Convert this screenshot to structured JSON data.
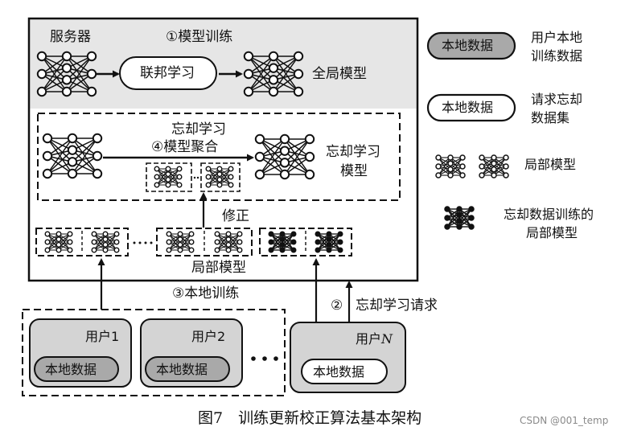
{
  "labels": {
    "server": "服务器",
    "step1": "①模型训练",
    "fed_learning": "联邦学习",
    "global_model": "全局模型",
    "unlearn_line1": "忘却学习",
    "unlearn_line2": "④模型聚合",
    "unlearn_model_l1": "忘却学习",
    "unlearn_model_l2": "模型",
    "correction": "修正",
    "local_models": "局部模型",
    "step3": "③本地训练",
    "step2": "②",
    "unlearn_request": "忘却学习请求",
    "user1": "用户1",
    "user2": "用户2",
    "userN_prefix": "用户",
    "userN_var": "N",
    "local_data": "本地数据",
    "dots": "• • •"
  },
  "legend": {
    "gray_data_label": "本地数据",
    "gray_data_desc_l1": "用户本地",
    "gray_data_desc_l2": "训练数据",
    "white_data_label": "本地数据",
    "white_data_desc_l1": "请求忘却",
    "white_data_desc_l2": "数据集",
    "local_model_desc": "局部模型",
    "unlearn_model_desc_l1": "忘却数据训练的",
    "unlearn_model_desc_l2": "局部模型"
  },
  "caption": "图7　训练更新校正算法基本架构",
  "watermark": "CSDN @001_temp",
  "colors": {
    "server_bg": "#e6e6e6",
    "user_box_bg": "#d4d4d4",
    "data_gray": "#a9a9a9",
    "data_white": "#ffffff",
    "stroke": "#111111"
  }
}
